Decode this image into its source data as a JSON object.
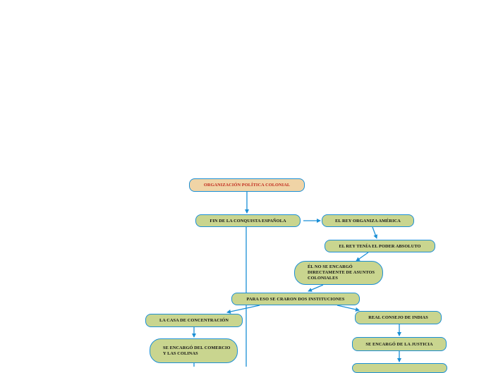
{
  "diagram": {
    "title": "ORGANIZACIÓN POLÍTICA COLONIAL",
    "nodes": {
      "fin_conquista": "FIN DE LA CONQUISTA ESPAÑOLA",
      "rey_organiza": "EL REY ORGANIZA AMÉRICA",
      "rey_poder": "EL REY TENÍA EL PODER ABSOLUTO",
      "no_encargo": "ÉL NO SE ENCARGÓ DIRECTAMENTE DE ASUNTOS COLONIALES",
      "instituciones": "PARA ESO SE CRARON DOS INSTITUCIONES",
      "casa": "LA CASA DE CONCENTRACIÓN",
      "consejo": "REAL CONSEJO DE INDIAS",
      "comercio": "SE ENCARGÓ DEL COMERCIO Y LAS COLINAS",
      "justicia": "SE ENCARGÓ DE LA JUSTICIA"
    },
    "colors": {
      "node_fill": "#c9d58f",
      "root_fill": "#f0d4a6",
      "root_text": "#c0281c",
      "connector": "#1a8fd6"
    }
  }
}
